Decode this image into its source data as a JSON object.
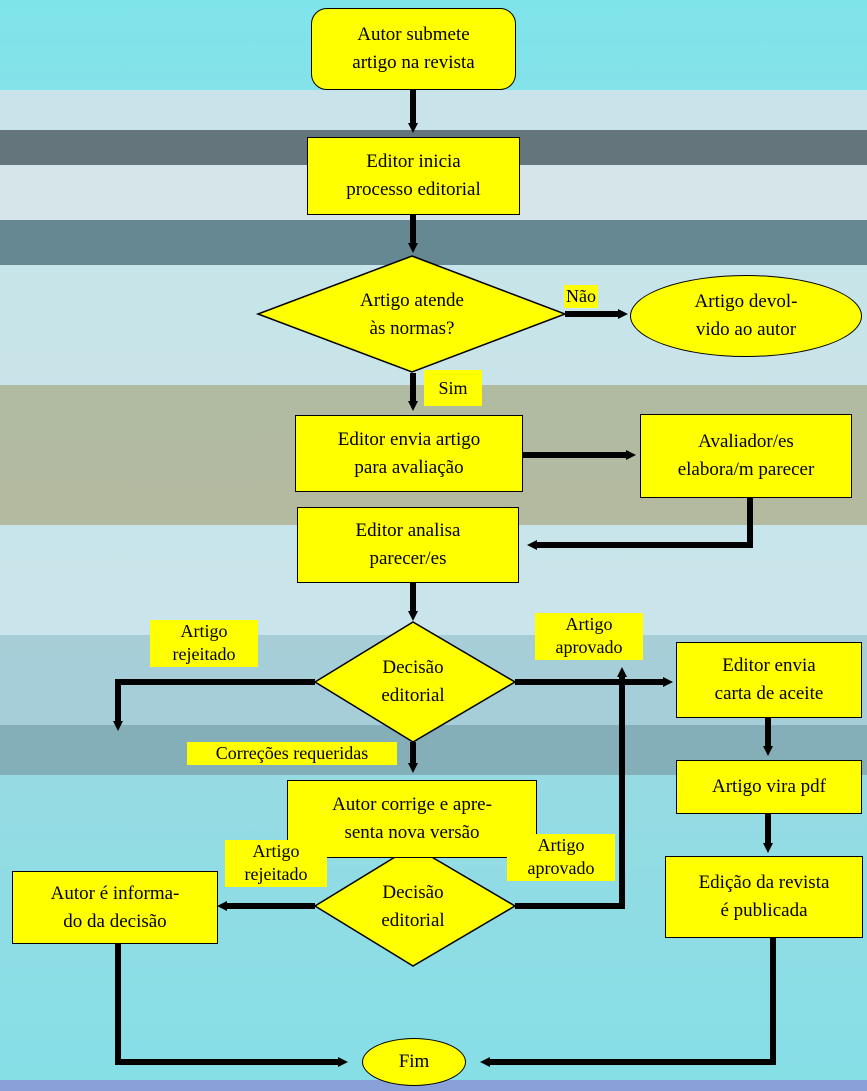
{
  "colors": {
    "box_fill": "#ffff00",
    "line": "#000000",
    "background": "#8fe0e8"
  },
  "nodes": {
    "submit": "Autor submete\nartigo na revista",
    "start_process": "Editor inicia\nprocesso editorial",
    "norms_decision": "Artigo atende\nàs normas?",
    "returned": "Artigo devol-\nvido ao autor",
    "send_review": "Editor envia artigo\npara avaliação",
    "reviewers": "Avaliador/es\nelabora/m parecer",
    "analyze": "Editor analisa\nparecer/es",
    "decision1": "Decisão\neditorial",
    "acceptance_letter": "Editor envia\ncarta de aceite",
    "pdf": "Artigo vira pdf",
    "corrects": "Autor corrige e apre-\nsenta nova versão",
    "published": "Edição da revista\né publicada",
    "informed": "Autor é informa-\ndo da decisão",
    "decision2": "Decisão\neditorial",
    "end": "Fim"
  },
  "labels": {
    "nao": "Não",
    "sim": "Sim",
    "rejected1": "Artigo\nrejeitado",
    "approved1": "Artigo\naprovado",
    "corrections": "Correções requeridas",
    "rejected2": "Artigo\nrejeitado",
    "approved2": "Artigo\naprovado"
  }
}
